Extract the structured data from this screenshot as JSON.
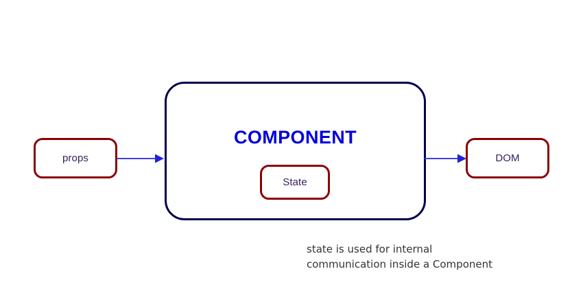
{
  "diagram": {
    "title": "React component data flow diagram",
    "background_color": "#ffffff",
    "nodes": {
      "props": {
        "label": "props",
        "border_color": "#8b0000",
        "text_color": "#36215e"
      },
      "component": {
        "label": "COMPONENT",
        "border_color": "#00004d",
        "text_color": "#0000dd"
      },
      "state": {
        "label": "State",
        "border_color": "#8b0000",
        "text_color": "#36215e"
      },
      "dom": {
        "label": "DOM",
        "border_color": "#8b0000",
        "text_color": "#36215e"
      }
    },
    "arrows": [
      {
        "name": "props-to-component",
        "from": "props",
        "to": "component",
        "color": "#4040dd",
        "direction": "right"
      },
      {
        "name": "component-to-dom",
        "from": "component",
        "to": "dom",
        "color": "#4040dd",
        "direction": "right"
      }
    ],
    "caption": {
      "line1": "state is used for internal",
      "line2": "communication inside a Component",
      "color": "#333333"
    }
  }
}
